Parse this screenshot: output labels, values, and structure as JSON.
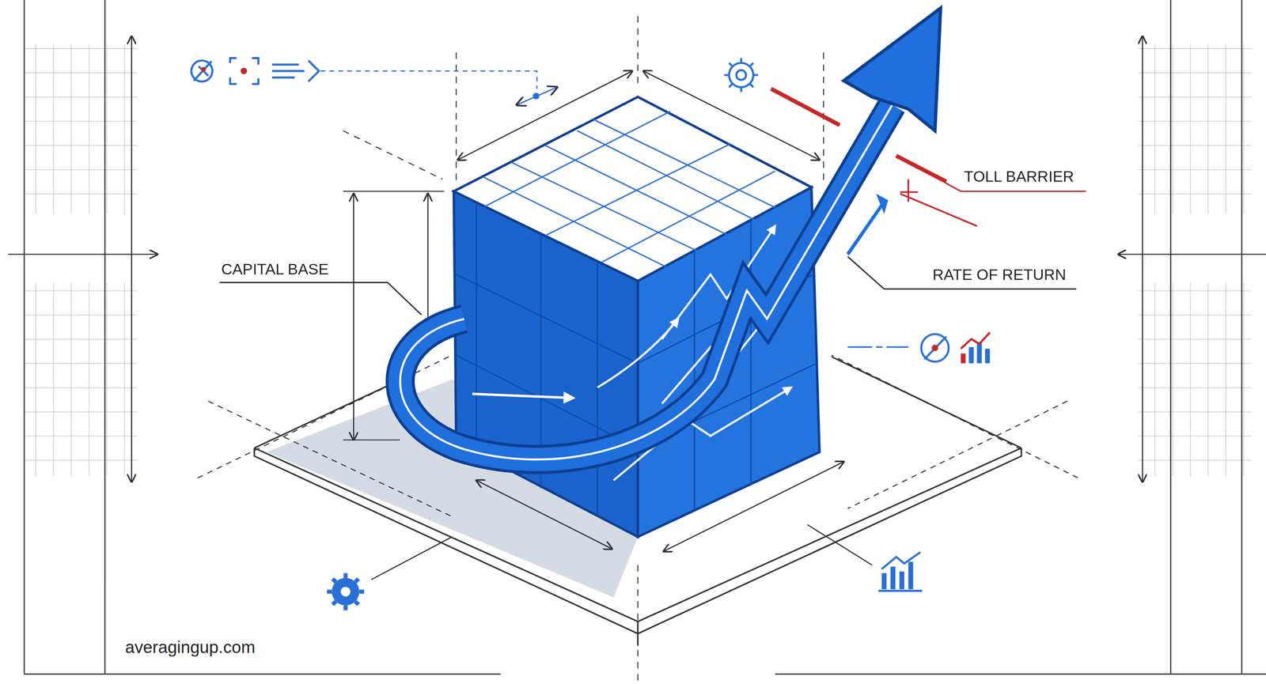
{
  "diagram": {
    "labels": [
      "CAPITAL BASE",
      "TOLL BARRIER",
      "RATE OF RETURN",
      "averagingup.com"
    ]
  }
}
